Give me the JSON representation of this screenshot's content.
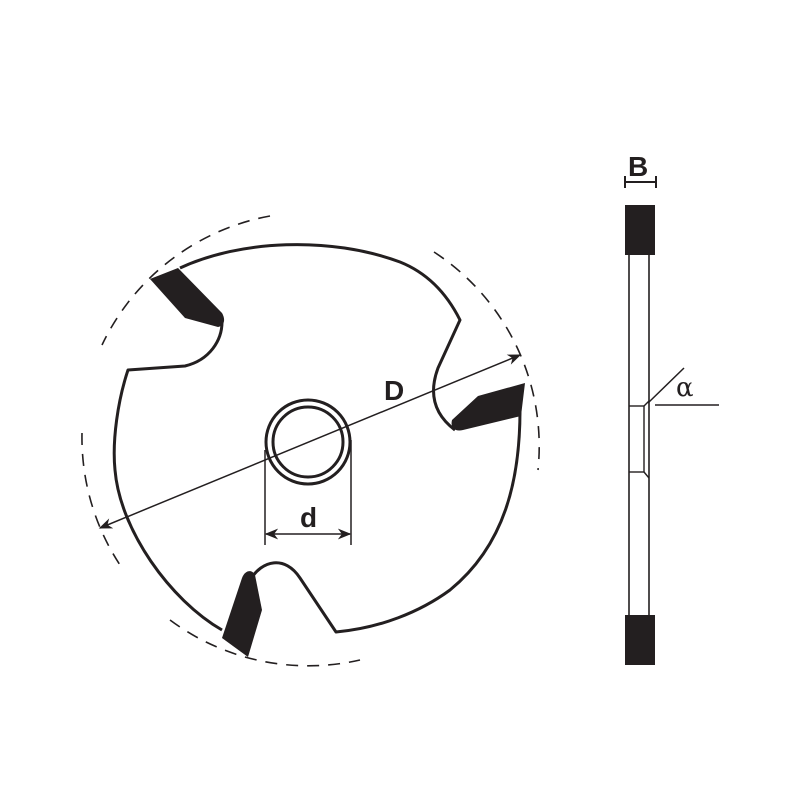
{
  "diagram": {
    "title": "Slotting cutter technical drawing",
    "colors": {
      "stroke": "#231f20",
      "fill": "#231f20",
      "background": "#ffffff"
    },
    "front_view": {
      "labels": {
        "outer_diameter": "D",
        "bore_diameter": "d"
      },
      "teeth_count": 3
    },
    "side_view": {
      "labels": {
        "thickness": "B",
        "angle": "α"
      }
    }
  }
}
